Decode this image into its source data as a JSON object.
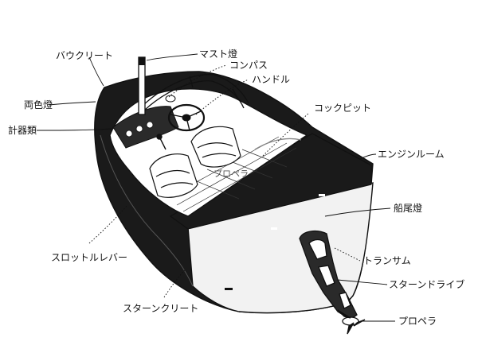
{
  "labels": {
    "mast_light": "マスト燈",
    "compass": "コンパス",
    "bow_cleat": "バウクリート",
    "steering_wheel": "ハンドル",
    "side_lights": "両色燈",
    "cockpit": "コックピット",
    "instruments": "計器類",
    "engine_room": "エンジンルーム",
    "inner_propeller": "プロペラ",
    "stern_light": "船尾燈",
    "throttle_lever": "スロットルレバー",
    "transom": "トランサム",
    "stern_drive": "スターンドライブ",
    "stern_cleat": "スターンクリート",
    "propeller": "プロペラ"
  },
  "colors": {
    "hull_dark": "#1a1a1a",
    "hull_light": "#f2f2f2",
    "ink": "#111111",
    "background": "#ffffff"
  }
}
